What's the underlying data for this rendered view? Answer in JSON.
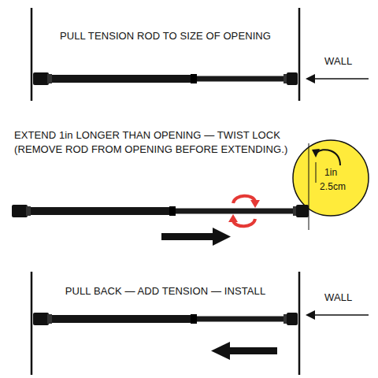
{
  "diagram": {
    "labels": [
      "PULL TENSION ROD TO SIZE OF OPENING",
      "WALL",
      "EXTEND 1in LONGER THAN OPENING — TWIST LOCK",
      "(REMOVE ROD FROM OPENING BEFORE EXTENDING.)",
      "1in",
      "2.5cm",
      "PULL BACK — ADD TENSION — INSTALL",
      "WALL"
    ]
  }
}
